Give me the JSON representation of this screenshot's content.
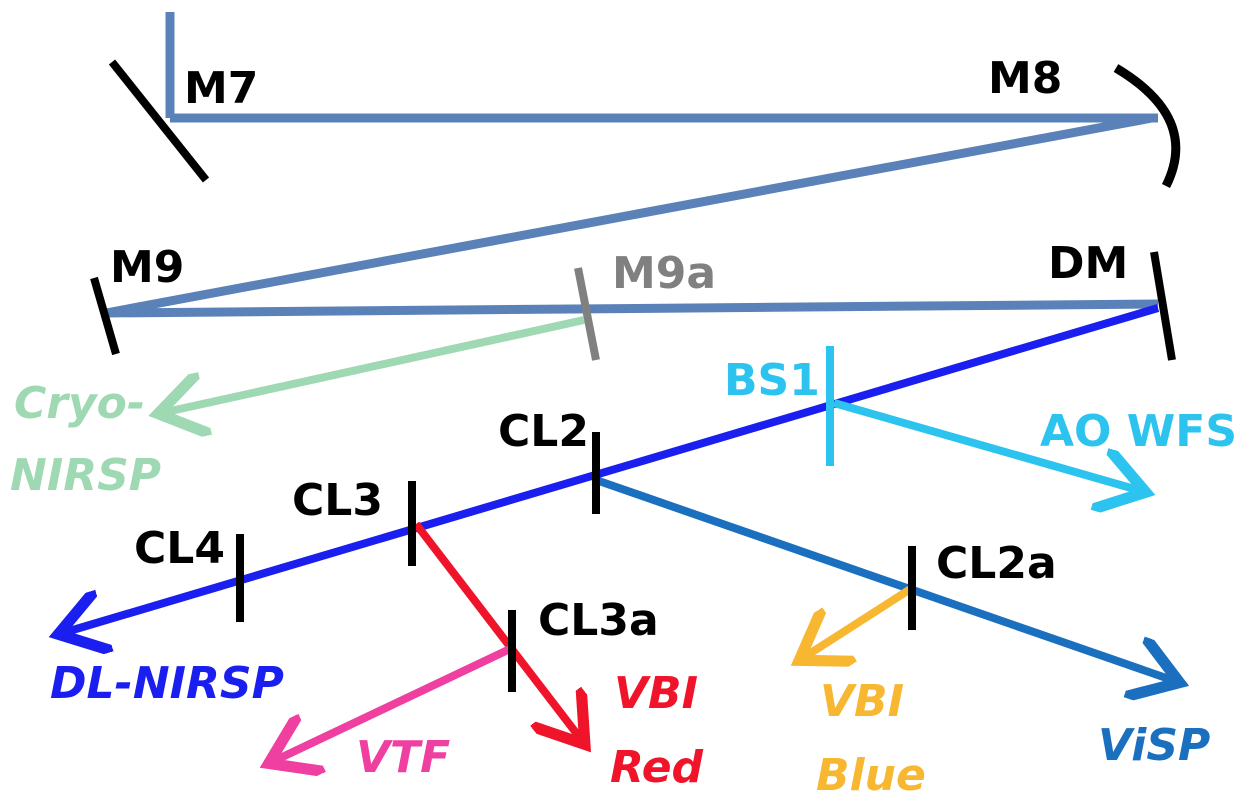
{
  "labels": {
    "m7": "M7",
    "m8": "M8",
    "m9": "M9",
    "m9a": "M9a",
    "dm": "DM",
    "bs1": "BS1",
    "cl2": "CL2",
    "cl2a": "CL2a",
    "cl3": "CL3",
    "cl3a": "CL3a",
    "cl4": "CL4"
  },
  "destinations": {
    "cryo_line1": "Cryo-",
    "cryo_line2": "NIRSP",
    "ao_wfs": "AO WFS",
    "dl_nirsp": "DL-NIRSP",
    "vtf": "VTF",
    "vbi_red_line1": "VBI",
    "vbi_red_line2": "Red",
    "vbi_blue_line1": "VBI",
    "vbi_blue_line2": "Blue",
    "visp": "ViSP"
  },
  "colors": {
    "main_beam": "#5b82b8",
    "blue_beam": "#1a1ff0",
    "cryo": "#9fd9b3",
    "ao_wfs": "#2cc3ef",
    "visp": "#1a6fbf",
    "vbi_red": "#f0142a",
    "vtf": "#ef3fa0",
    "vbi_blue": "#f7b731",
    "optic": "#000000",
    "m9a_optic": "#808080",
    "bs1_optic": "#2cc3ef"
  }
}
